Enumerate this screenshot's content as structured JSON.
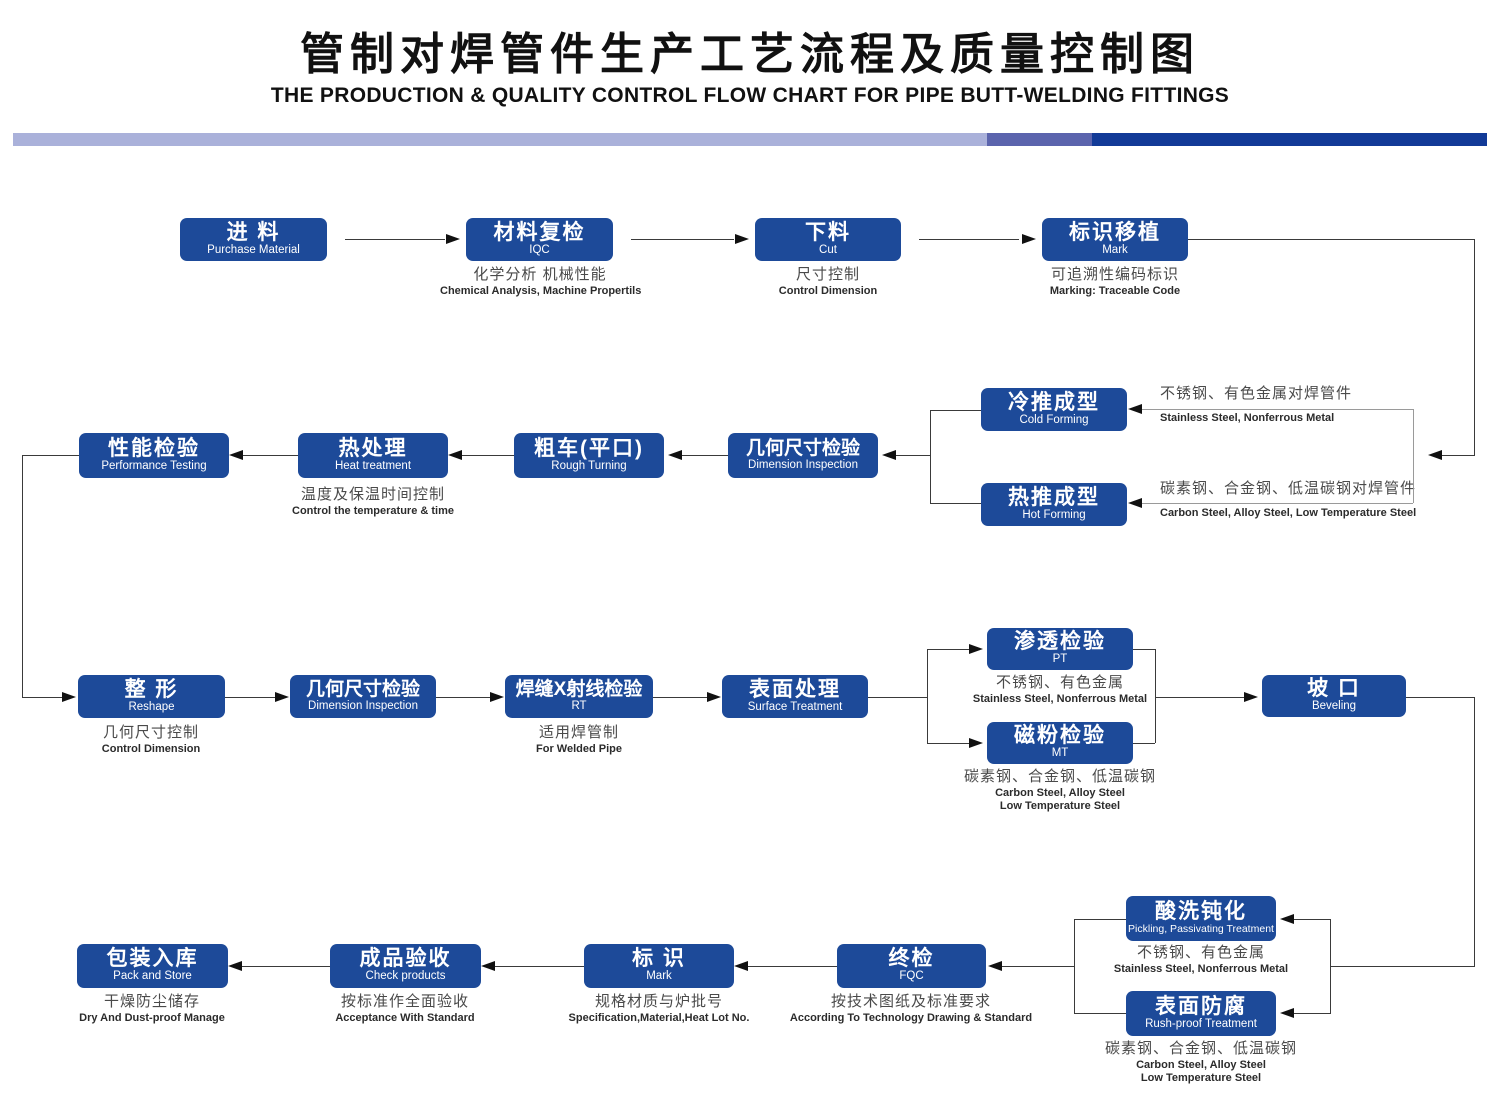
{
  "header": {
    "title_zh": "管制对焊管件生产工艺流程及质量控制图",
    "title_en": "THE PRODUCTION & QUALITY CONTROL FLOW CHART FOR PIPE BUTT-WELDING FITTINGS"
  },
  "colors": {
    "node_blue": "#1d4a99",
    "bar_light": "#aab1da",
    "bar_mid": "#5b64ad",
    "bar_dark": "#123a97",
    "line": "#3a3a3a"
  },
  "nodes": {
    "purchase": {
      "zh": "进 料",
      "en": "Purchase Material"
    },
    "iqc": {
      "zh": "材料复检",
      "en": "IQC",
      "caption_zh": "化学分析 机械性能",
      "caption_en": "Chemical Analysis, Machine Propertils"
    },
    "cut": {
      "zh": "下料",
      "en": "Cut",
      "caption_zh": "尺寸控制",
      "caption_en": "Control Dimension"
    },
    "mark_transfer": {
      "zh": "标识移植",
      "en": "Mark",
      "caption_zh": "可追溯性编码标识",
      "caption_en": "Marking: Traceable Code"
    },
    "performance": {
      "zh": "性能检验",
      "en": "Performance Testing"
    },
    "heat": {
      "zh": "热处理",
      "en": "Heat treatment",
      "caption_zh": "温度及保温时间控制",
      "caption_en": "Control the temperature & time"
    },
    "rough": {
      "zh": "粗车(平口)",
      "en": "Rough Turning"
    },
    "dim1": {
      "zh": "几何尺寸检验",
      "en": "Dimension Inspection"
    },
    "cold": {
      "zh": "冷推成型",
      "en": "Cold Forming",
      "caption_zh": "不锈钢、有色金属对焊管件",
      "caption_en": "Stainless Steel, Nonferrous Metal"
    },
    "hot": {
      "zh": "热推成型",
      "en": "Hot Forming",
      "caption_zh": "碳素钢、合金钢、低温碳钢对焊管件",
      "caption_en": "Carbon Steel, Alloy Steel, Low Temperature Steel"
    },
    "reshape": {
      "zh": "整 形",
      "en": "Reshape",
      "caption_zh": "几何尺寸控制",
      "caption_en": "Control Dimension"
    },
    "dim2": {
      "zh": "几何尺寸检验",
      "en": "Dimension Inspection"
    },
    "rt": {
      "zh": "焊缝X射线检验",
      "en": "RT",
      "caption_zh": "适用焊管制",
      "caption_en": "For Welded Pipe"
    },
    "surface": {
      "zh": "表面处理",
      "en": "Surface Treatment"
    },
    "pt": {
      "zh": "渗透检验",
      "en": "PT",
      "caption_zh": "不锈钢、有色金属",
      "caption_en": "Stainless Steel, Nonferrous Metal"
    },
    "mt": {
      "zh": "磁粉检验",
      "en": "MT",
      "caption_zh": "碳素钢、合金钢、低温碳钢",
      "caption_en": "Carbon Steel, Alloy Steel",
      "caption_en2": "Low Temperature Steel"
    },
    "bevel": {
      "zh": "坡  口",
      "en": "Beveling"
    },
    "pack": {
      "zh": "包装入库",
      "en": "Pack and Store",
      "caption_zh": "干燥防尘储存",
      "caption_en": "Dry And Dust-proof Manage"
    },
    "check": {
      "zh": "成品验收",
      "en": "Check products",
      "caption_zh": "按标准作全面验收",
      "caption_en": "Acceptance With Standard"
    },
    "mark2": {
      "zh": "标 识",
      "en": "Mark",
      "caption_zh": "规格材质与炉批号",
      "caption_en": "Specification,Material,Heat Lot No."
    },
    "fqc": {
      "zh": "终检",
      "en": "FQC",
      "caption_zh": "按技术图纸及标准要求",
      "caption_en": "According To Technology Drawing & Standard"
    },
    "pickling": {
      "zh": "酸洗钝化",
      "en": "Pickling, Passivating  Treatment",
      "caption_zh": "不锈钢、有色金属",
      "caption_en": "Stainless Steel, Nonferrous Metal"
    },
    "rustproof": {
      "zh": "表面防腐",
      "en": "Rush-proof Treatment",
      "caption_zh": "碳素钢、合金钢、低温碳钢",
      "caption_en": "Carbon Steel, Alloy Steel",
      "caption_en2": "Low Temperature Steel"
    }
  }
}
